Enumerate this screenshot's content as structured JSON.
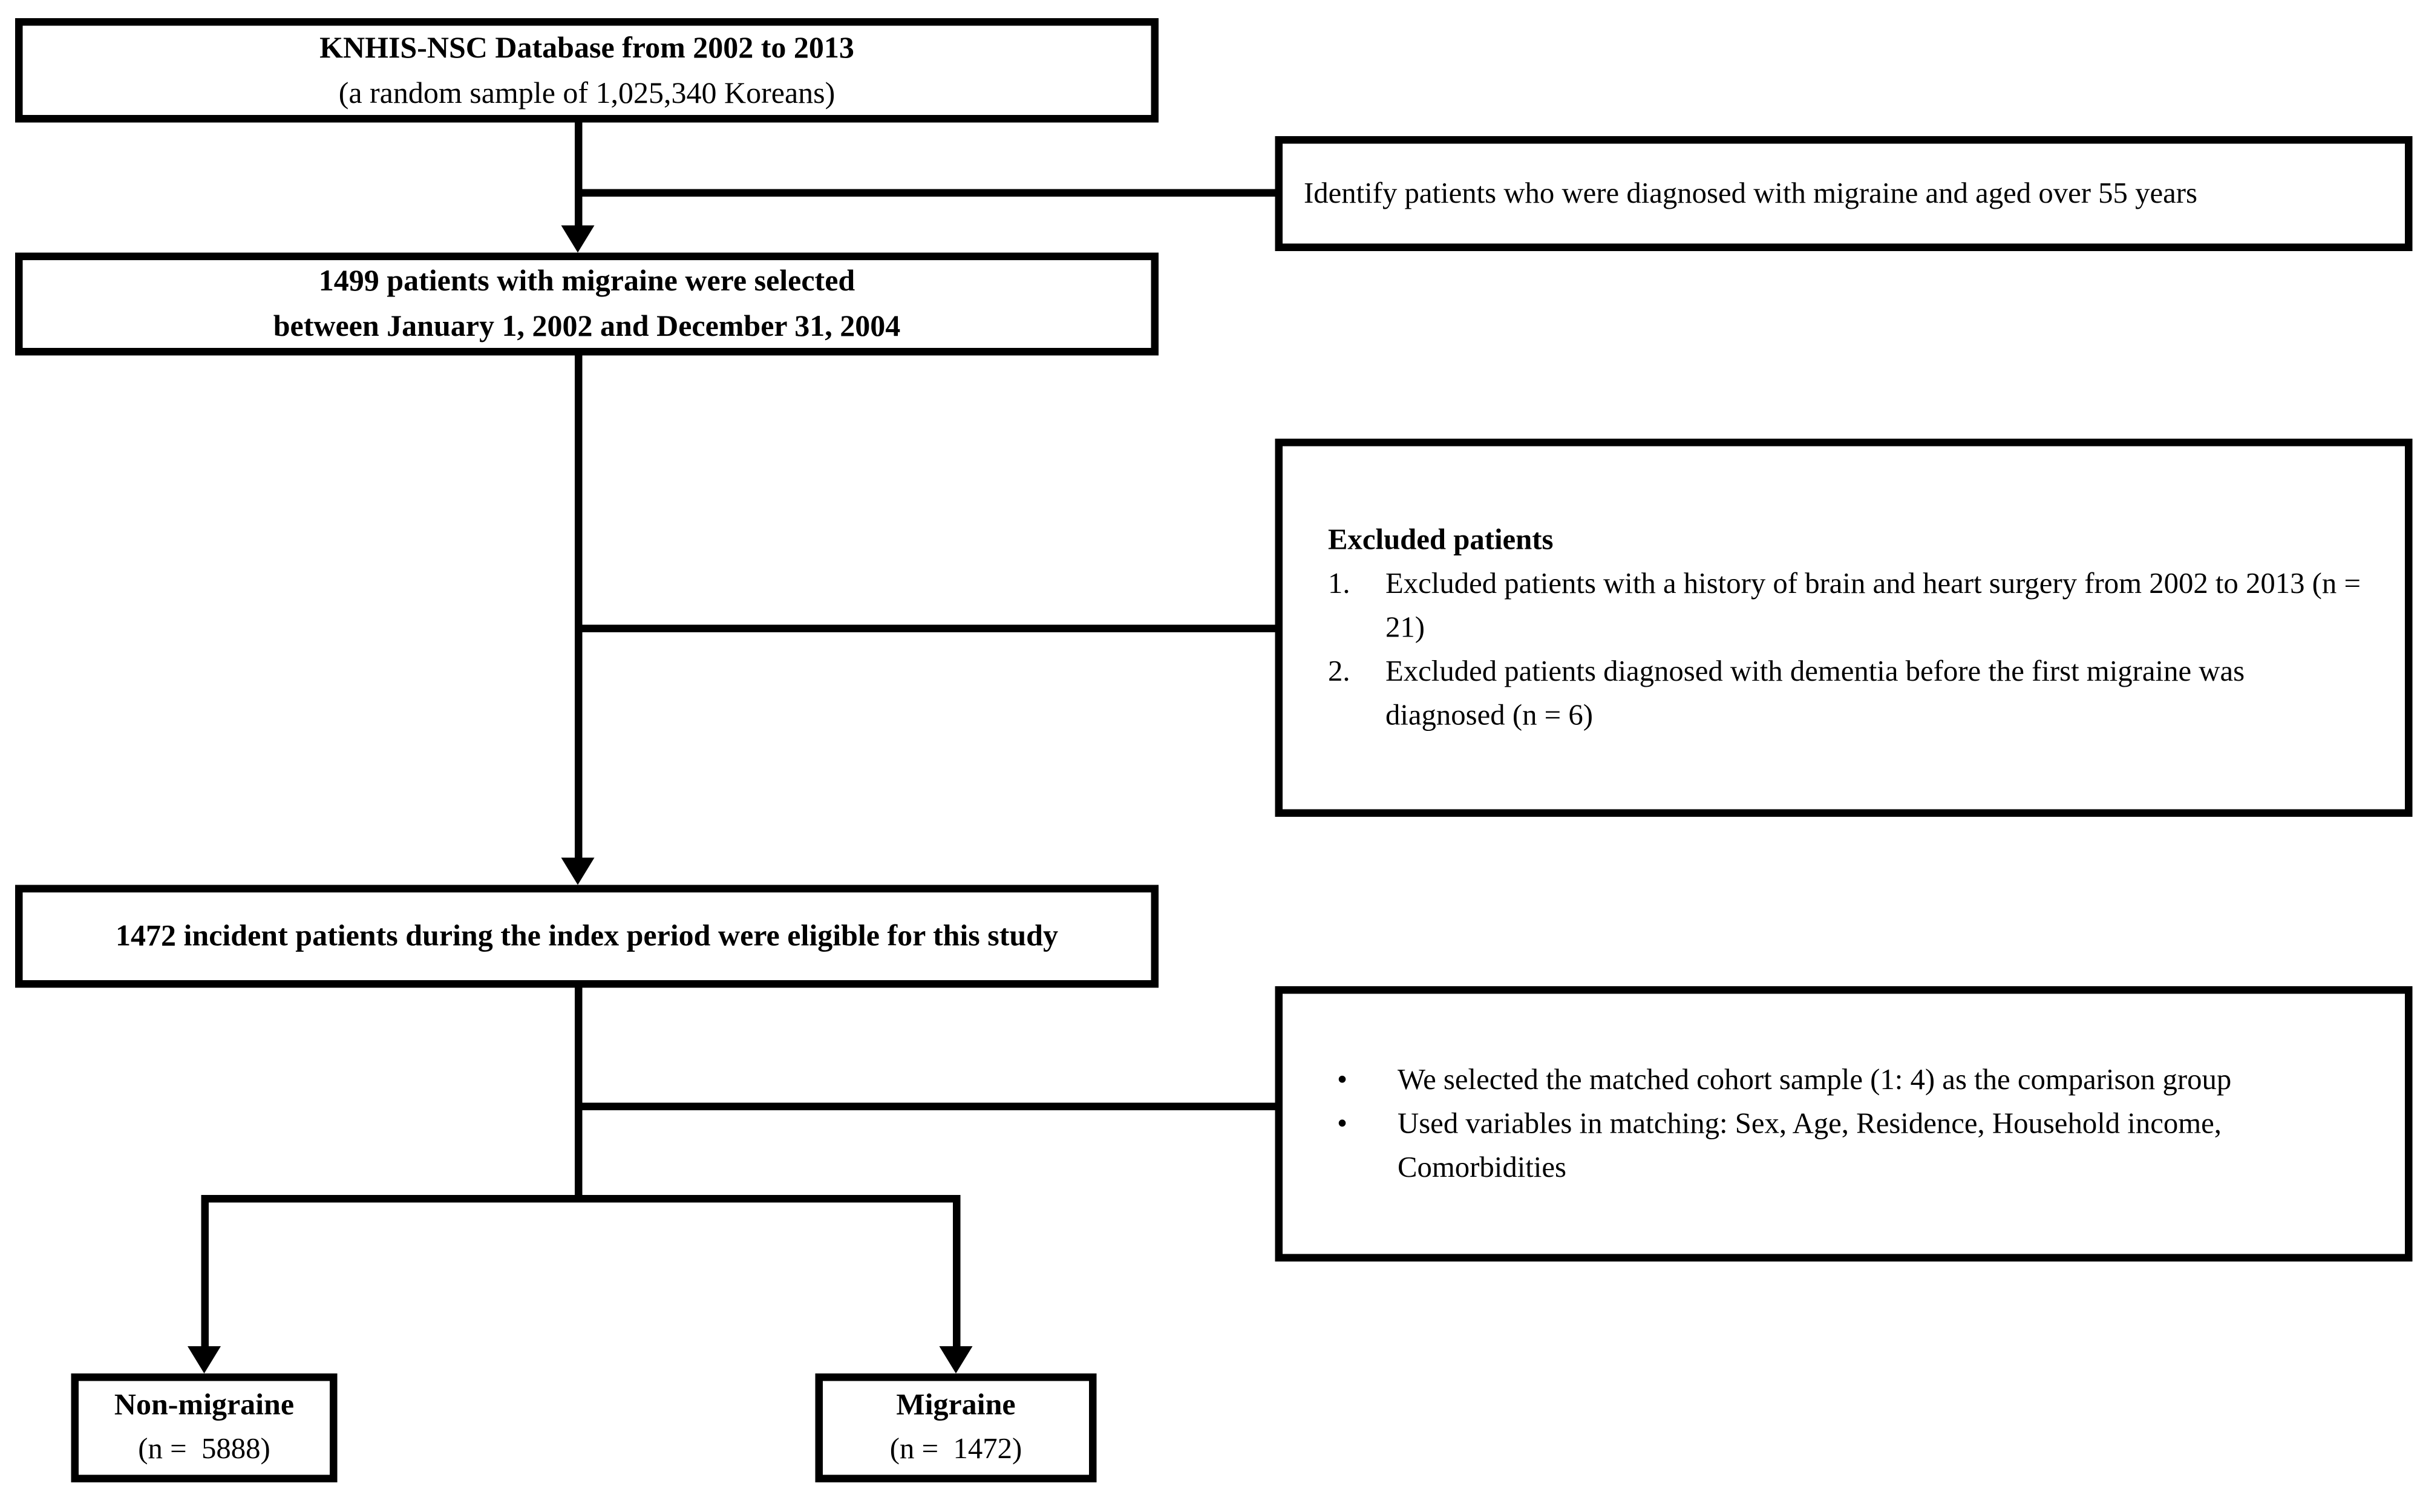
{
  "colors": {
    "line": "#000000",
    "background": "#ffffff",
    "text": "#000000"
  },
  "flowchart": {
    "source_box": {
      "title": "KNHIS-NSC Database from 2002 to 2013",
      "subtitle": "(a random sample of 1,025,340 Koreans)"
    },
    "identify_note": {
      "text": "Identify patients who were diagnosed with migraine and aged over 55 years"
    },
    "selected_box": {
      "line1": "1499 patients with migraine were selected",
      "line2": "between January 1, 2002 and December 31, 2004"
    },
    "excluded_note": {
      "title": "Excluded patients",
      "items": [
        {
          "num": "1.",
          "text": "Excluded patients with a history of brain and heart surgery from 2002 to 2013 (n = 21)"
        },
        {
          "num": "2.",
          "text": "Excluded patients diagnosed with dementia before the first migraine was diagnosed (n = 6)"
        }
      ]
    },
    "eligible_box": {
      "text": "1472 incident patients during the index period were eligible for this study"
    },
    "matching_note": {
      "bullet": "•",
      "items": [
        {
          "text": "We selected the matched cohort sample (1: 4) as the comparison group"
        },
        {
          "text": "Used variables in matching: Sex, Age, Residence, Household income, Comorbidities"
        }
      ]
    },
    "non_migraine_box": {
      "title": "Non-migraine",
      "count": "(n =  5888)"
    },
    "migraine_box": {
      "title": "Migraine",
      "count": "(n =  1472)"
    }
  }
}
